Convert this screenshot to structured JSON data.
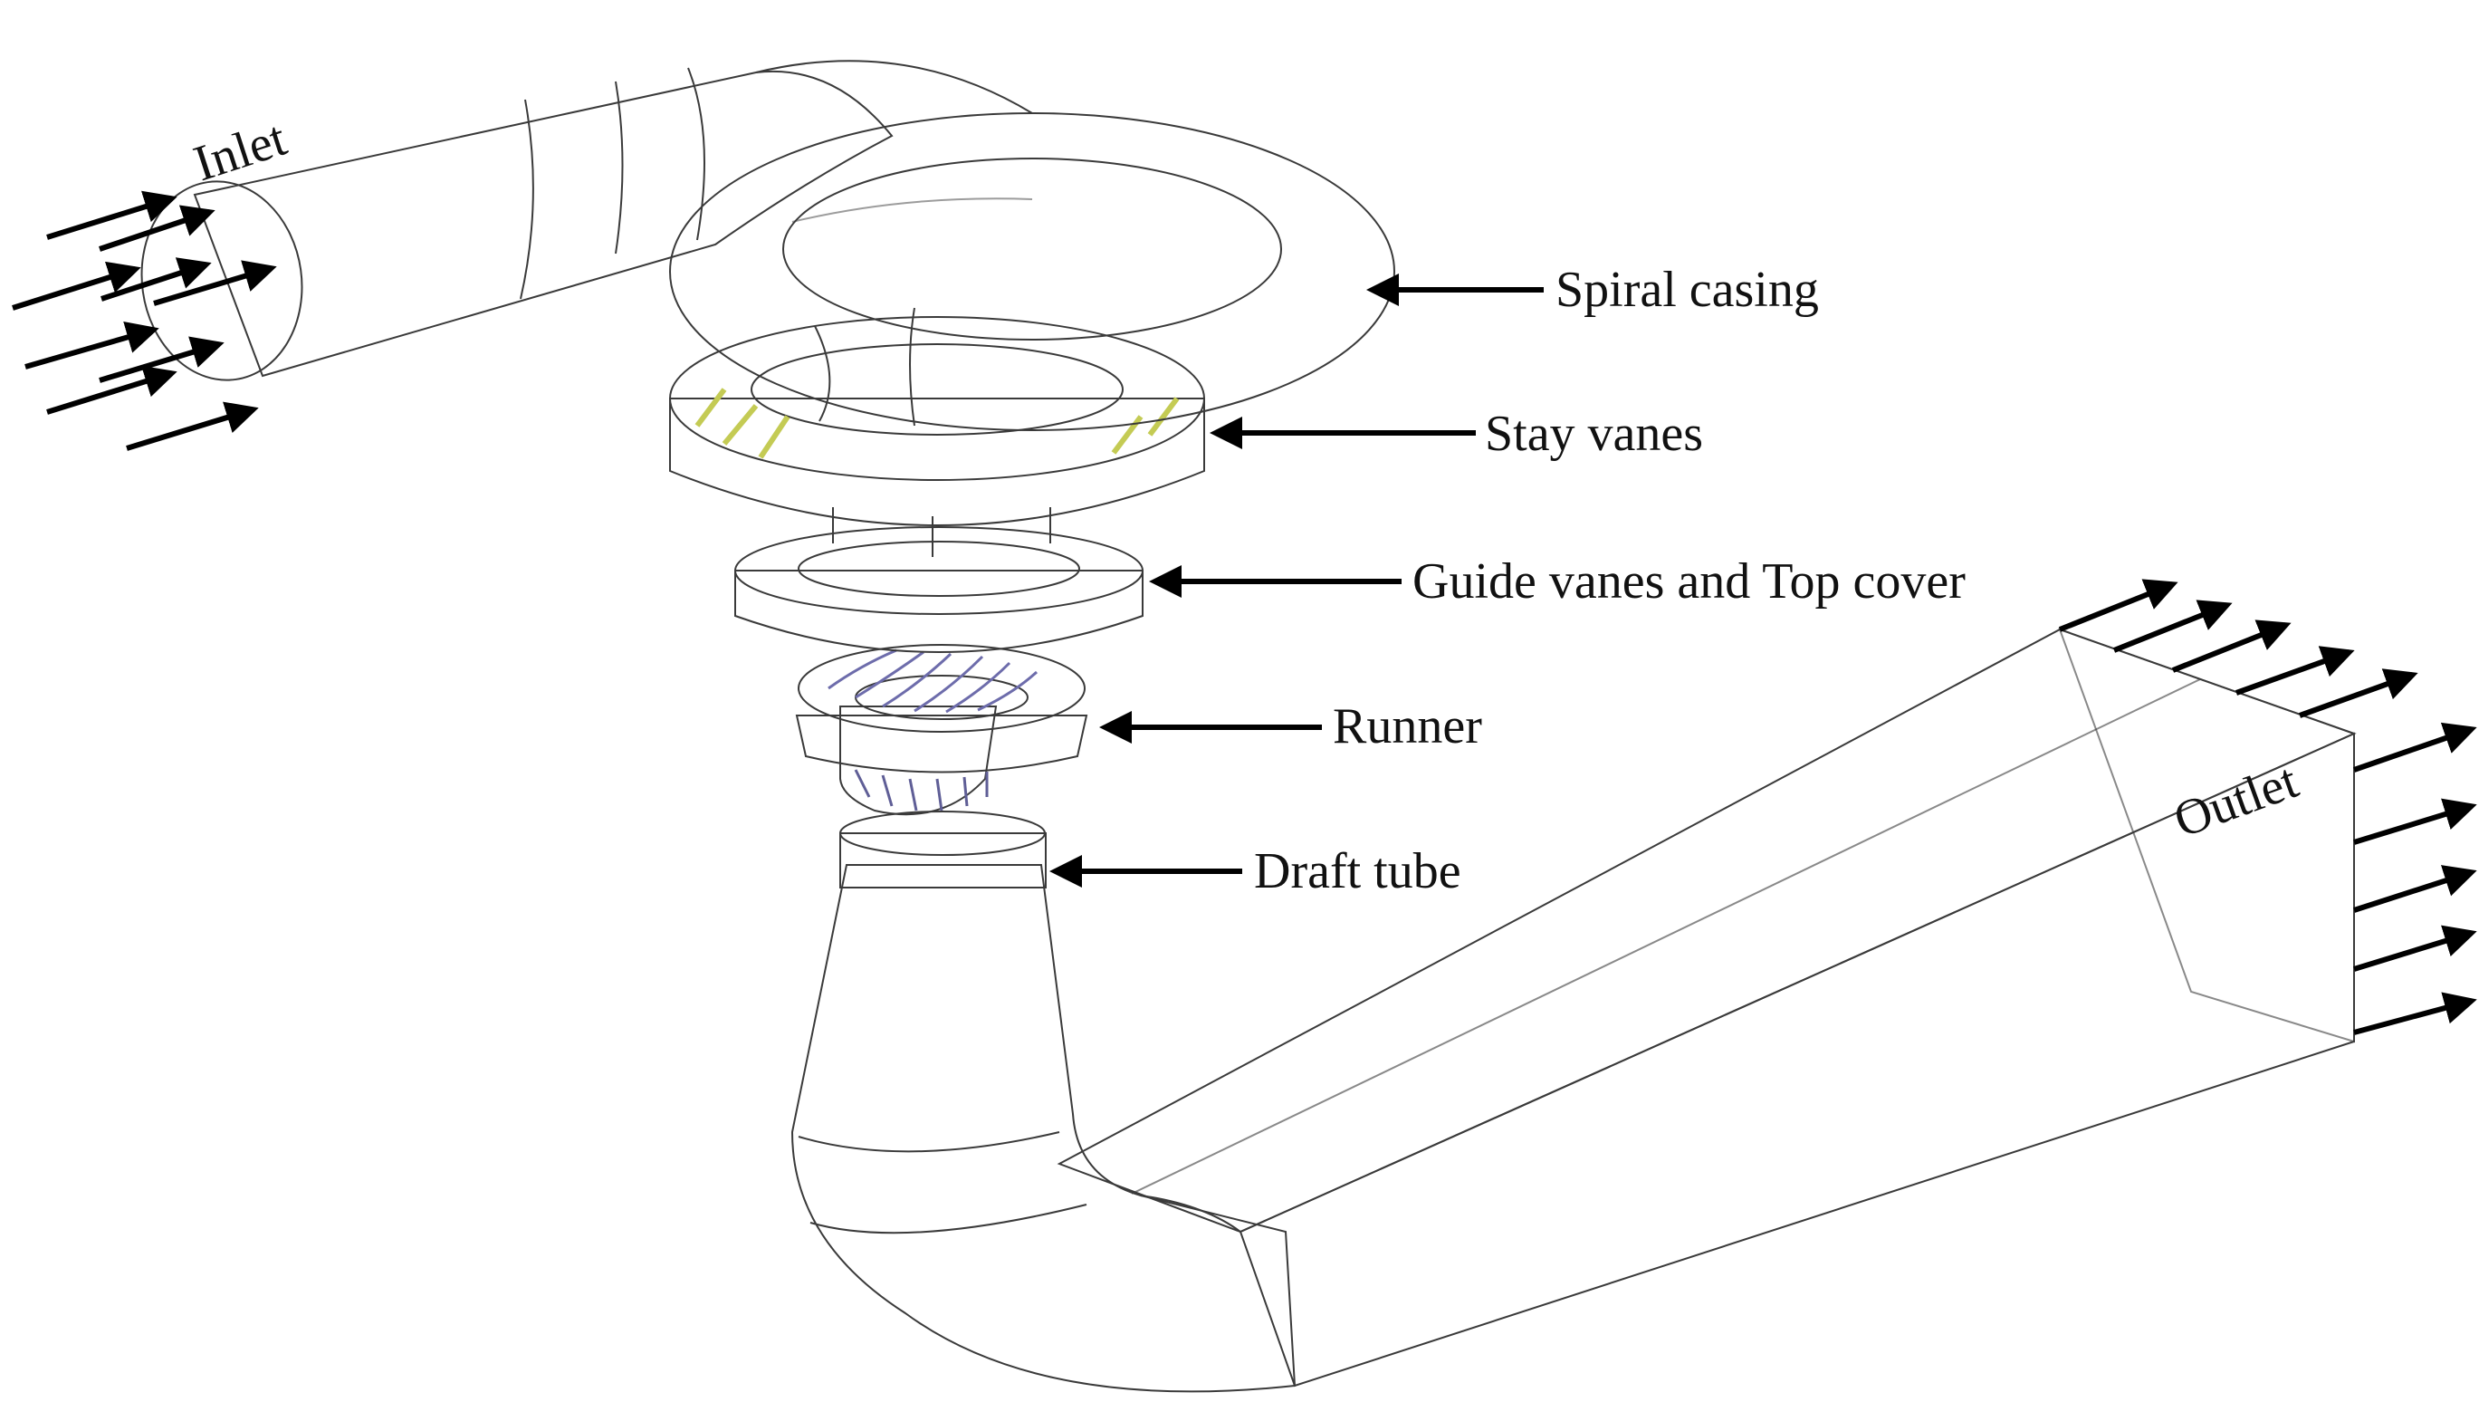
{
  "labels": {
    "inlet": "Inlet",
    "spiral_casing": "Spiral casing",
    "stay_vanes": "Stay vanes",
    "guide_vanes": "Guide vanes and Top cover",
    "runner": "Runner",
    "draft_tube": "Draft tube",
    "outlet": "Outlet"
  },
  "colors": {
    "spiral_casing": "#8fd9a8",
    "stay_vanes": "#dfe77e",
    "guide_vanes": "#b7cdec",
    "runner": "#a8a7dc",
    "draft_tube": "#f3ab73",
    "arrows": "#000000"
  }
}
